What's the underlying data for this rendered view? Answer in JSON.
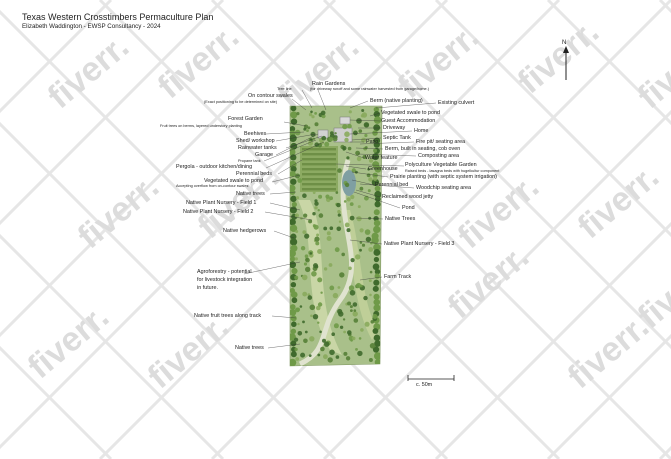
{
  "title": "Texas Western Crosstimbers Permaculture Plan",
  "subtitle": "Elizabeth Waddington - EWSP Consultancy - 2024",
  "watermark": "fiverr.",
  "north_label": "N",
  "scale_label": "c. 50m",
  "labels_left": {
    "tree_line": "Tree line",
    "on_contour_swales": "On contour swales",
    "on_contour_swales_note": "(Exact positioning to be determined on site)",
    "forest_garden": "Forest Garden",
    "forest_garden_note": "Fruit trees on berms, layered understory planting",
    "beehives": "Beehives",
    "shed_workshop": "Shed/ workshop",
    "rainwater_tanks": "Rainwater tanks",
    "garage": "Garage",
    "propane_tank": "Propane tank",
    "pergola": "Pergola - outdoor kitchen/dining",
    "perennial_beds": "Perennial beds",
    "vegetated_swale": "Vegetated swale to pond",
    "vegetated_swale_note": "Accepting overflow from on-contour swales",
    "native_trees": "Native trees",
    "nursery_field_1": "Native Plant Nursery - Field 1",
    "nursery_field_2": "Native Plant Nursery - Field 2",
    "native_hedgerows": "Native hedgerows",
    "agroforestry_1": "Agroforestry - potential",
    "agroforestry_2": "for livestock integration",
    "agroforestry_3": "in future.",
    "native_fruit_trees": "Native fruit trees along track",
    "native_trees_bottom": "Native trees"
  },
  "labels_right": {
    "rain_gardens": "Rain Gardens",
    "rain_gardens_note": "(for driveway runoff and some rainwater harvested from garage/home.)",
    "berm_native": "Berm (native planting)",
    "existing_culvert": "Existing culvert",
    "vegetated_swale_pond": "Vegetated swale to pond",
    "guest_accommodation": "Guest Accommodation",
    "driveway": "Driveway",
    "home": "Home",
    "septic_tank": "Septic Tank",
    "patio": "Patio",
    "fire_pit": "Fire pit/ seating area",
    "berm_built": "Berm, built in seating, cob oven",
    "water_feature": "Water feature",
    "composting_area": "Composting area",
    "polyculture_garden": "Polyculture Vegetable Garden",
    "polyculture_note": "Raised beds - lasagna beds with hugelkultur component",
    "greenhouse": "Greenhouse",
    "prairie_planting": "Prairie planting (with septic system irrigation)",
    "perennial_bed": "Perennial bed",
    "woodchip_seating": "Woodchip seating area",
    "reclaimed_jetty": "Reclaimed wood jetty",
    "pond": "Pond",
    "native_trees": "Native Trees",
    "nursery_field_3": "Native Plant Nursery - Field 3",
    "farm_track": "Farm Track"
  },
  "colors": {
    "lot_base": "#a9c08a",
    "tree_dark": "#3f6a2c",
    "tree_mid": "#6f9a48",
    "watermark_line": "#e4e4e4",
    "watermark_text": "#d6d6d6",
    "pond": "#7f9fa2",
    "track": "#d8dcc8"
  }
}
